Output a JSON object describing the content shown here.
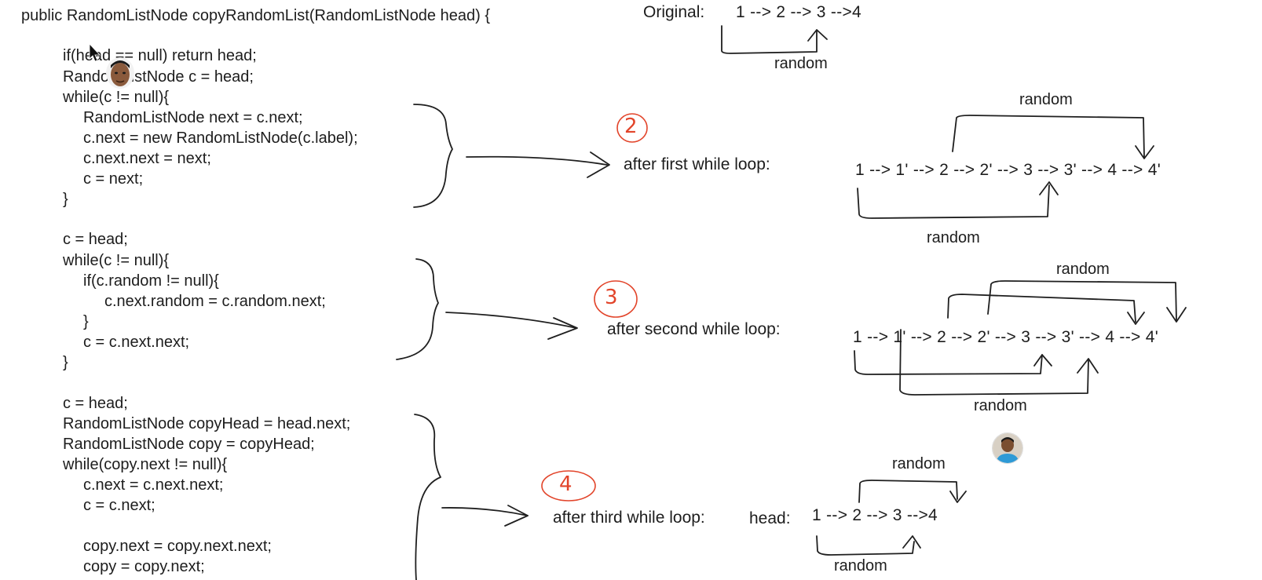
{
  "code": [
    "public RandomListNode copyRandomList(RandomListNode head) {",
    "if(head == null) return head;",
    "RandomListNode c = head;",
    "while(c != null){",
    "RandomListNode next = c.next;",
    "c.next = new RandomListNode(c.label);",
    "c.next.next = next;",
    "c = next;",
    "}",
    "c = head;",
    "while(c != null){",
    "if(c.random != null){",
    "c.next.random = c.random.next;",
    "}",
    "c = c.next.next;",
    "}",
    "c = head;",
    "RandomListNode copyHead = head.next;",
    "RandomListNode copy = copyHead;",
    "while(copy.next != null){",
    "c.next = c.next.next;",
    "c = c.next;",
    "copy.next = copy.next.next;",
    "copy = copy.next;"
  ],
  "original": {
    "label": "Original:",
    "sequence": "1 --> 2 --> 3 -->4",
    "random_label": "random"
  },
  "step2": {
    "number": "2",
    "label": "after first while loop:",
    "sequence": "1 --> 1' --> 2 --> 2' --> 3 --> 3' --> 4 --> 4'",
    "random_top": "random",
    "random_bottom": "random"
  },
  "step3": {
    "number": "3",
    "label": "after second while loop:",
    "sequence": "1 --> 1' --> 2 --> 2' --> 3 --> 3' --> 4 --> 4'",
    "random_top": "random",
    "random_bottom": "random"
  },
  "step4": {
    "number": "4",
    "label": "after third while loop:",
    "head_label": "head:",
    "sequence": "1 --> 2 --> 3 -->4",
    "random_top": "random",
    "random_bottom": "random"
  },
  "colors": {
    "ink": "#1f1f1f",
    "step_marker": "#e2442a"
  },
  "icons": [
    "mouse-cursor-icon",
    "presenter-avatar",
    "viewer-avatar"
  ]
}
